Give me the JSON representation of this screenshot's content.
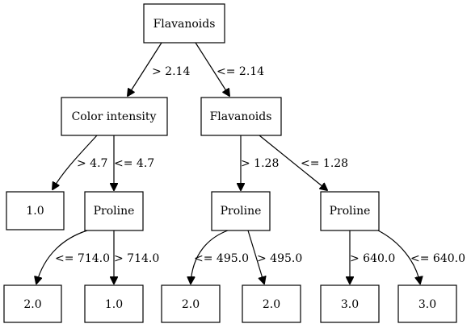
{
  "tree": {
    "nodes": {
      "root": "Flavanoids",
      "left": "Color intensity",
      "right": "Flavanoids",
      "left_left": "1.0",
      "left_right": "Proline",
      "right_left": "Proline",
      "right_right": "Proline",
      "lr_left": "2.0",
      "lr_right": "1.0",
      "rl_left": "2.0",
      "rl_right": "2.0",
      "rr_left": "3.0",
      "rr_right": "3.0"
    },
    "edges": {
      "root_left": "> 2.14",
      "root_right": "<= 2.14",
      "left_left": "> 4.7",
      "left_right": "<= 4.7",
      "right_left": "> 1.28",
      "right_right": "<= 1.28",
      "lr_left": "<= 714.0",
      "lr_right": "> 714.0",
      "rl_left": "<= 495.0",
      "rl_right": "> 495.0",
      "rr_left": "> 640.0",
      "rr_right": "<= 640.0"
    }
  }
}
